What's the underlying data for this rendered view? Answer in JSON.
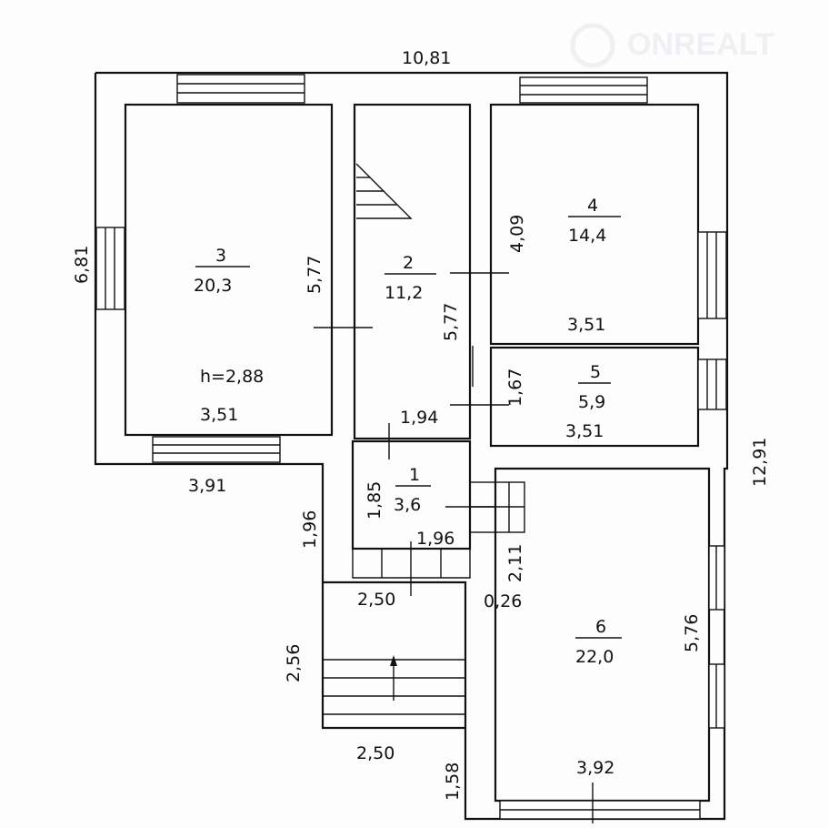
{
  "watermark": {
    "brand": "ONREALT"
  },
  "overall": {
    "width_top": "10,81",
    "height_left": "6,81",
    "height_right": "12,91"
  },
  "rooms": [
    {
      "number": "1",
      "area": "3,6"
    },
    {
      "number": "2",
      "area": "11,2"
    },
    {
      "number": "3",
      "area": "20,3"
    },
    {
      "number": "4",
      "area": "14,4"
    },
    {
      "number": "5",
      "area": "5,9"
    },
    {
      "number": "6",
      "area": "22,0"
    }
  ],
  "dims": {
    "r3_height": "5,77",
    "r3_ceiling": "h=2,88",
    "r3_width": "3,51",
    "r3_outer": "3,91",
    "r2_height": "5,77",
    "r4_height": "4,09",
    "r4_width": "3,51",
    "r5_height": "1,67",
    "r5_width": "3,51",
    "r2_width": "1,94",
    "r1_height": "1,85",
    "r1_width": "1,96",
    "vest_height": "1,96",
    "r6_gap": "2,11",
    "porch_width_top": "2,50",
    "wall_gap": "0,26",
    "r6_height": "5,76",
    "porch_height": "2,56",
    "porch_width_bottom": "2,50",
    "r6_width": "3,92",
    "r6_lower": "1,58"
  }
}
